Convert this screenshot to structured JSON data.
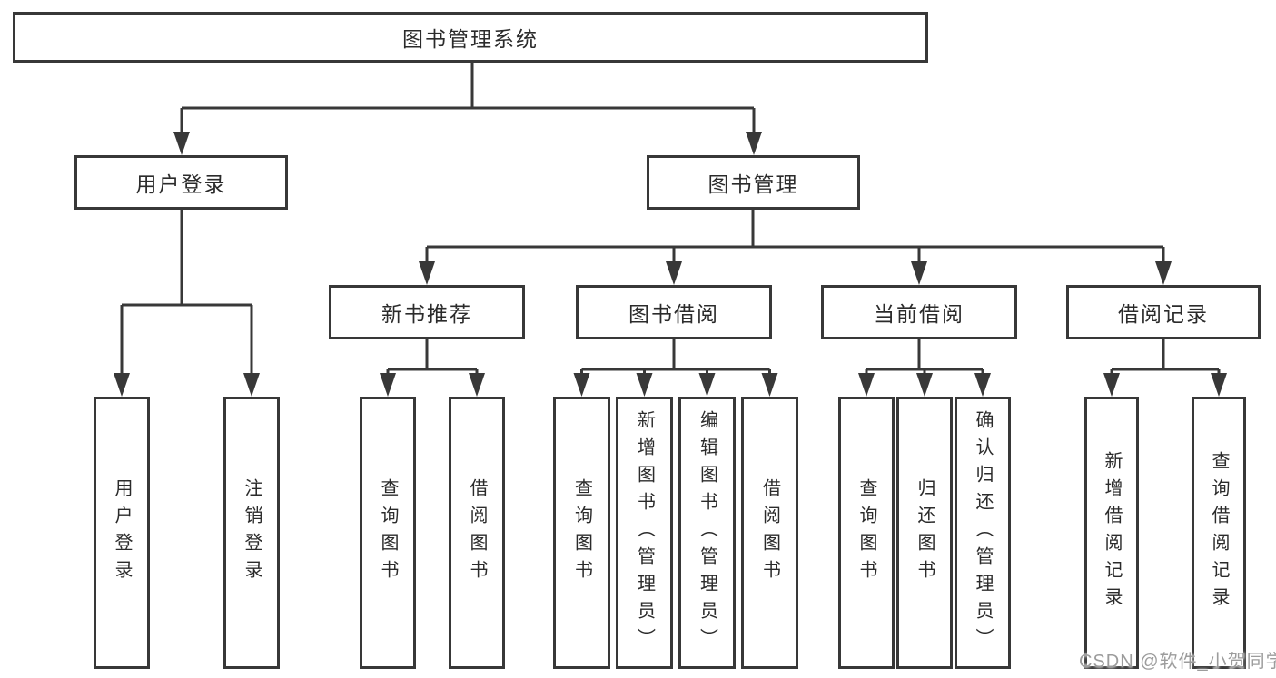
{
  "diagram": {
    "root": "图书管理系统",
    "branches": [
      {
        "label": "用户登录",
        "children": [
          "用户登录",
          "注销登录"
        ]
      },
      {
        "label": "图书管理",
        "children": [
          {
            "label": "新书推荐",
            "children": [
              "查询图书",
              "借阅图书"
            ]
          },
          {
            "label": "图书借阅",
            "children": [
              "查询图书",
              "新增图书（管理员）",
              "编辑图书（管理员）",
              "借阅图书"
            ]
          },
          {
            "label": "当前借阅",
            "children": [
              "查询图书",
              "归还图书",
              "确认归还（管理员）"
            ]
          },
          {
            "label": "借阅记录",
            "children": [
              "新增借阅记录",
              "查询借阅记录"
            ]
          }
        ]
      }
    ]
  },
  "watermark": "CSDN @软件_小贺同学",
  "colors": {
    "line": "#383838",
    "text": "#2b2b2b",
    "box_background": "#ffffff",
    "background": "#ffffff",
    "watermark": "#9c9c9c"
  }
}
